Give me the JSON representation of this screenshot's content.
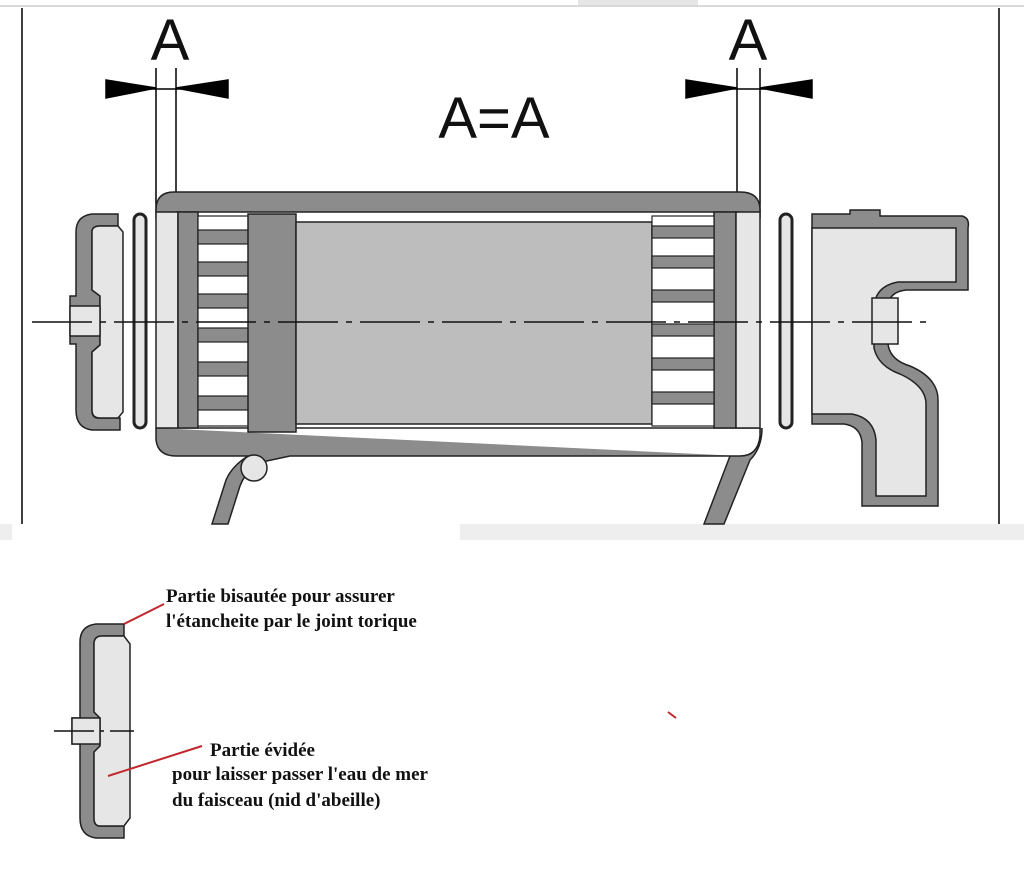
{
  "labels": {
    "dim_left": "A",
    "dim_right": "A",
    "equality": "A=A"
  },
  "annotations": {
    "bevel_line1": "Partie bisautée pour  assurer",
    "bevel_line2": "l'étancheite par le joint torique",
    "hollow_line1": "Partie évidée",
    "hollow_line2": "pour laisser passer l'eau de mer",
    "hollow_line3": "du faisceau (nid d'abeille)"
  },
  "colors": {
    "metal": "#8c8c8c",
    "light": "#e6e6e6",
    "core": "#bdbdbd",
    "leader": "#c0282d"
  }
}
